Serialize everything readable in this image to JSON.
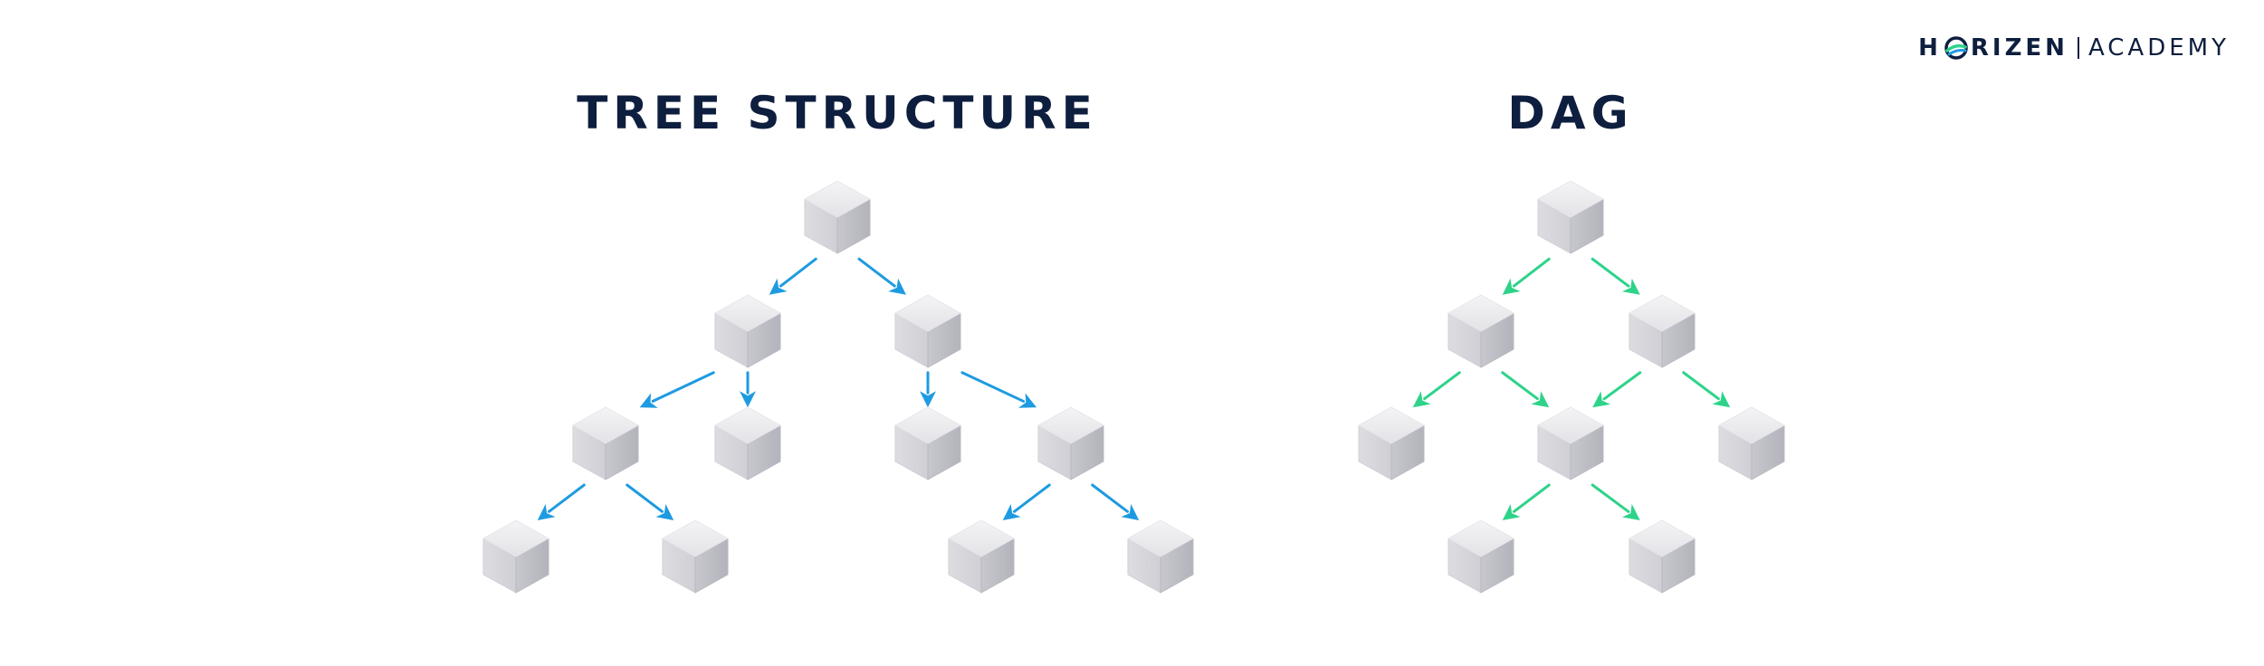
{
  "logo": {
    "brand_before": "H",
    "brand_after": "RIZEN",
    "divider": "|",
    "sub": "ACADEMY",
    "icon": "horizen-o-icon"
  },
  "colors": {
    "title": "#0e1e3e",
    "tree_arrow": "#1e9be0",
    "dag_arrow": "#2ed38a",
    "cube_top": "#ececee",
    "cube_left": "#d6d6db",
    "cube_right": "#bdbdc4"
  },
  "diagrams": [
    {
      "id": "tree",
      "title": "TREE STRUCTURE",
      "arrow_color_key": "tree_arrow",
      "nodes": [
        "root",
        "a",
        "b",
        "a1",
        "a2",
        "b1",
        "b2",
        "a1x",
        "a1y",
        "b2x",
        "b2y"
      ],
      "edges": [
        [
          "root",
          "a"
        ],
        [
          "root",
          "b"
        ],
        [
          "a",
          "a1"
        ],
        [
          "a",
          "a2"
        ],
        [
          "b",
          "b1"
        ],
        [
          "b",
          "b2"
        ],
        [
          "a1",
          "a1x"
        ],
        [
          "a1",
          "a1y"
        ],
        [
          "b2",
          "b2x"
        ],
        [
          "b2",
          "b2y"
        ]
      ]
    },
    {
      "id": "dag",
      "title": "DAG",
      "arrow_color_key": "dag_arrow",
      "nodes": [
        "root",
        "l",
        "r",
        "ll",
        "m",
        "rr",
        "mx",
        "my"
      ],
      "edges": [
        [
          "root",
          "l"
        ],
        [
          "root",
          "r"
        ],
        [
          "l",
          "ll"
        ],
        [
          "l",
          "m"
        ],
        [
          "r",
          "m"
        ],
        [
          "r",
          "rr"
        ],
        [
          "m",
          "mx"
        ],
        [
          "m",
          "my"
        ]
      ]
    }
  ]
}
